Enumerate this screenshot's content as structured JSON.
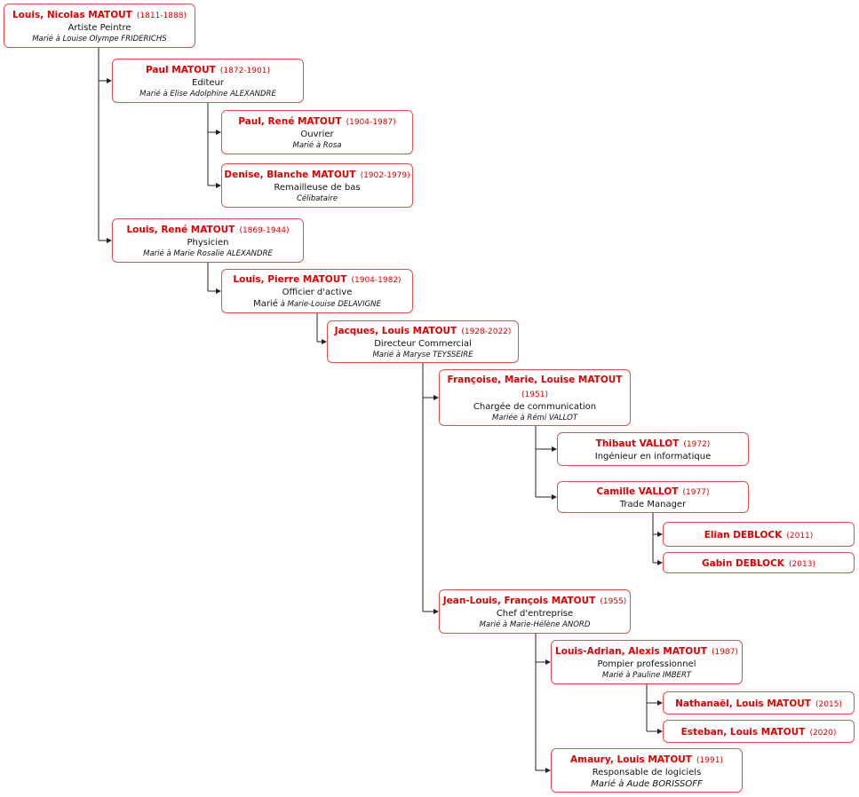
{
  "colors": {
    "name": "#e00000",
    "border": "#d9534f",
    "connector": "#222222",
    "text": "#111111"
  },
  "people": [
    {
      "id": "p1",
      "name": "Louis, Nicolas MATOUT",
      "dates": "(1811-1888)",
      "job": "Artiste Peintre",
      "spouse": "Marié à Louise Olympe FRIDERICHS"
    },
    {
      "id": "p2",
      "name": "Paul MATOUT",
      "dates": "(1872-1901)",
      "job": "Editeur",
      "spouse": "Marié à Elise Adolphine ALEXANDRE"
    },
    {
      "id": "p3",
      "name": "Paul, René MATOUT",
      "dates": "(1904-1987)",
      "job": "Ouvrier",
      "spouse": "Marié à Rosa"
    },
    {
      "id": "p4",
      "name": "Denise, Blanche MATOUT",
      "dates": "(1902-1979)",
      "job": "Remailleuse de bas",
      "spouse": "Célibataire"
    },
    {
      "id": "p5",
      "name": "Louis, René MATOUT",
      "dates": "(1869-1944)",
      "job": "Physicien",
      "spouse": "Marié à Marie Rosalie ALEXANDRE"
    },
    {
      "id": "p6",
      "name": "Louis, Pierre MATOUT",
      "dates": "(1904-1982)",
      "job": "Officier d'active",
      "spouse_prefix": "Marié",
      "spouse": "à Marie-Louise DELAVIGNE"
    },
    {
      "id": "p7",
      "name": "Jacques, Louis MATOUT",
      "dates": "(1928-2022)",
      "job": "Directeur Commercial",
      "spouse": "Marié à Maryse TEYSSEIRE"
    },
    {
      "id": "p8",
      "name": "Françoise, Marie, Louise MATOUT",
      "dates": "(1951)",
      "job": "Chargée de communication",
      "spouse": "Mariée à Rémi VALLOT",
      "dates_on_new_line": true
    },
    {
      "id": "p9",
      "name": "Thibaut VALLOT",
      "dates": "(1972)",
      "job": "Ingénieur en informatique",
      "spouse": ""
    },
    {
      "id": "p10",
      "name": "Camille VALLOT",
      "dates": "(1977)",
      "job": "Trade Manager",
      "spouse": ""
    },
    {
      "id": "p11",
      "name": "Elian DEBLOCK",
      "dates": "(2011)",
      "job": "",
      "spouse": ""
    },
    {
      "id": "p12",
      "name": "Gabin DEBLOCK",
      "dates": "(2013)",
      "job": "",
      "spouse": ""
    },
    {
      "id": "p13",
      "name": "Jean-Louis, François MATOUT",
      "dates": "(1955)",
      "job": "Chef d'entreprise",
      "spouse": "Marié à Marie-Hélène ANORD"
    },
    {
      "id": "p14",
      "name": "Louis-Adrian, Alexis MATOUT",
      "dates": "(1987)",
      "job": "Pompier professionnel",
      "spouse": "Marié à Pauline IMBERT"
    },
    {
      "id": "p15",
      "name": "Nathanaël, Louis MATOUT",
      "dates": "(2015)",
      "job": "",
      "spouse": ""
    },
    {
      "id": "p16",
      "name": "Esteban, Louis MATOUT",
      "dates": "(2020)",
      "job": "",
      "spouse": ""
    },
    {
      "id": "p17",
      "name": "Amaury, Louis MATOUT",
      "dates": "(1991)",
      "job": "Responsable de logiciels",
      "spouse": "Marié à Aude BORISSOFF",
      "spouse_larger": true
    }
  ],
  "relations": [
    {
      "parent": "p1",
      "children": [
        "p2",
        "p5"
      ]
    },
    {
      "parent": "p2",
      "children": [
        "p3",
        "p4"
      ]
    },
    {
      "parent": "p5",
      "children": [
        "p6"
      ]
    },
    {
      "parent": "p6",
      "children": [
        "p7"
      ]
    },
    {
      "parent": "p7",
      "children": [
        "p8",
        "p13"
      ]
    },
    {
      "parent": "p8",
      "children": [
        "p9",
        "p10"
      ]
    },
    {
      "parent": "p10",
      "children": [
        "p11",
        "p12"
      ]
    },
    {
      "parent": "p13",
      "children": [
        "p14",
        "p17"
      ]
    },
    {
      "parent": "p14",
      "children": [
        "p15",
        "p16"
      ]
    }
  ]
}
